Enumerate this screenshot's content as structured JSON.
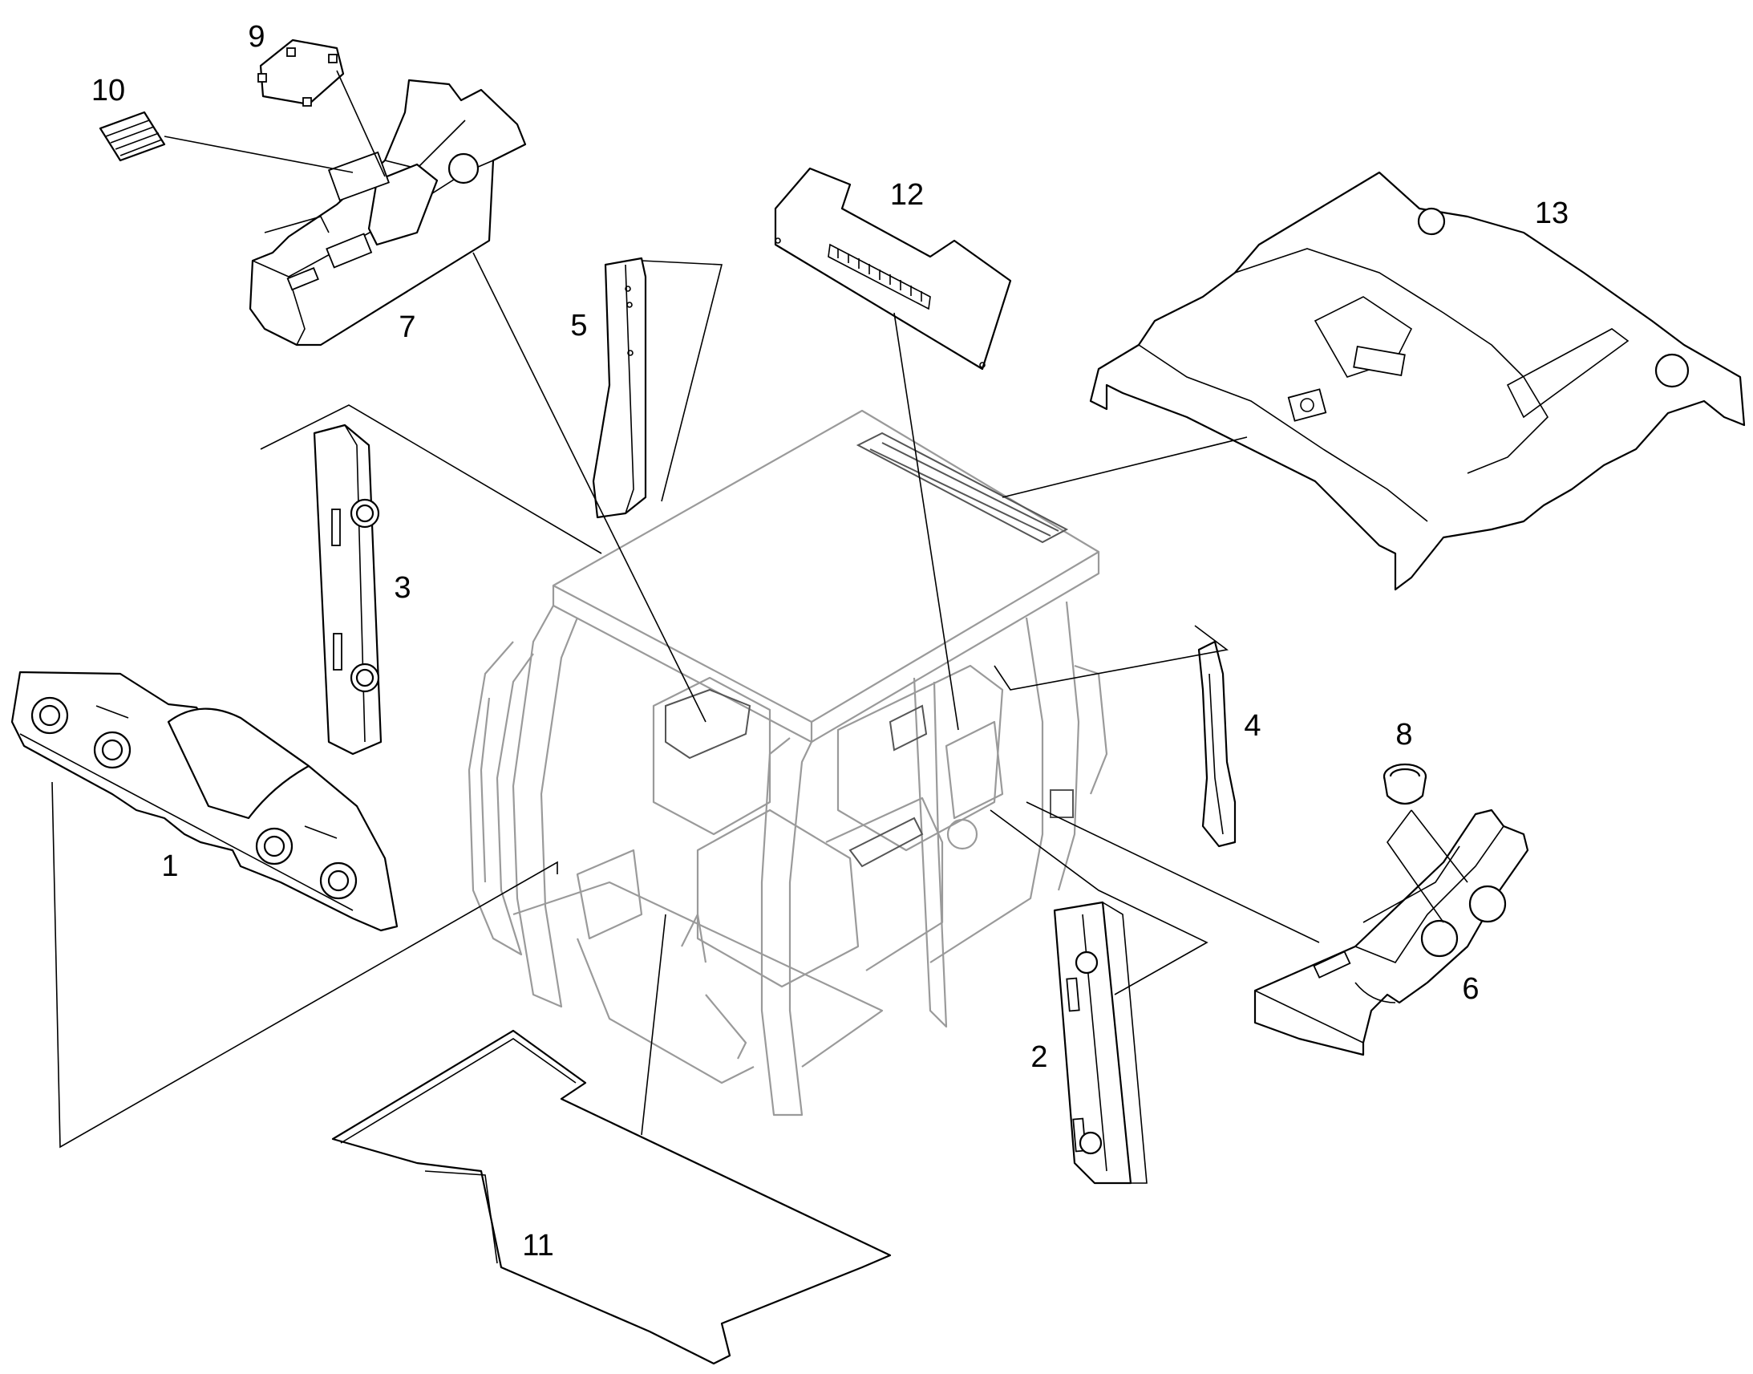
{
  "callouts": {
    "c1": "1",
    "c2": "2",
    "c3": "3",
    "c4": "4",
    "c5": "5",
    "c6": "6",
    "c7": "7",
    "c8": "8",
    "c9": "9",
    "c10": "10",
    "c11": "11",
    "c12": "12",
    "c13": "13"
  },
  "colors": {
    "line": "#000000",
    "cab_line": "#9a9a9a",
    "background": "#ffffff"
  }
}
